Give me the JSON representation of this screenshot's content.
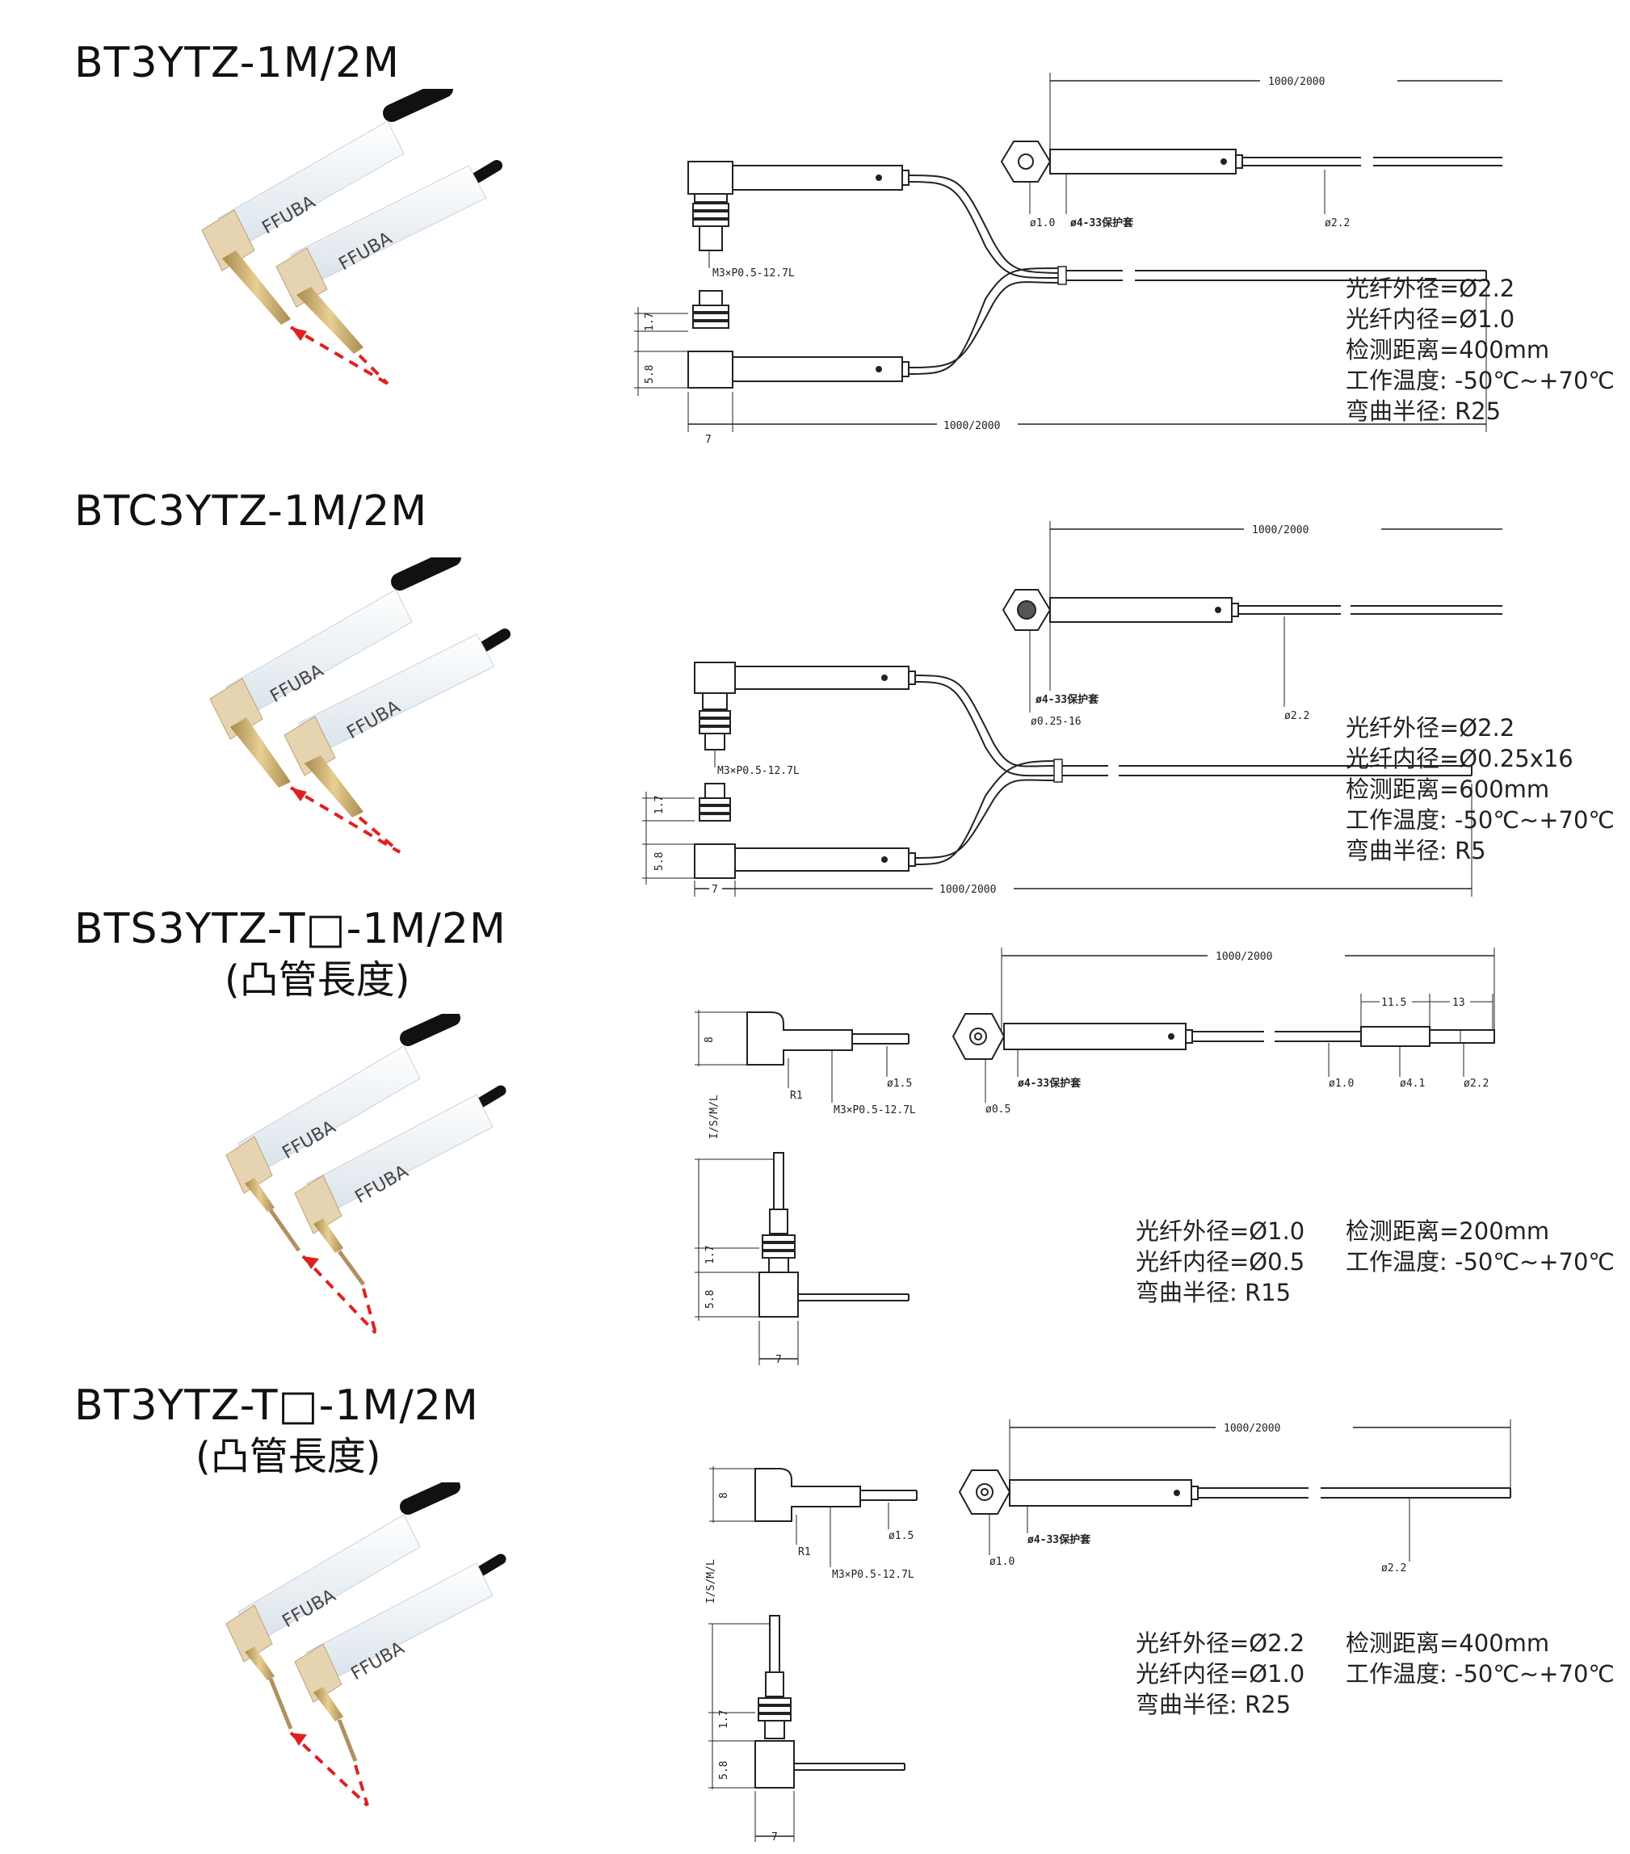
{
  "sections": [
    {
      "model": "BT3YTZ-1M/2M",
      "model_sub": "",
      "brand": "FFUBA",
      "dims": {
        "length": "1000/2000",
        "d_core": "ø1.0",
        "sleeve": "ø4-33保护套",
        "d_fiber": "ø2.2",
        "thread": "M3×P0.5-12.7L",
        "h1": "1.7",
        "h2": "5.8",
        "w": "7"
      },
      "specs": [
        "光纤外径=Ø2.2",
        "光纤内径=Ø1.0",
        "检测距离=400mm",
        "工作温度: -50℃~+70℃",
        "弯曲半径: R25"
      ]
    },
    {
      "model": "BTC3YTZ-1M/2M",
      "model_sub": "",
      "brand": "FFUBA",
      "dims": {
        "length": "1000/2000",
        "d_core": "ø0.25-16",
        "sleeve": "ø4-33保护套",
        "d_fiber": "ø2.2",
        "thread": "M3×P0.5-12.7L",
        "h1": "1.7",
        "h2": "5.8",
        "w": "7"
      },
      "specs": [
        "光纤外径=Ø2.2",
        "光纤内径=Ø0.25x16",
        "检测距离=600mm",
        "工作温度: -50℃~+70℃",
        "弯曲半径: R5"
      ]
    },
    {
      "model": "BTS3YTZ-T□-1M/2M",
      "model_sub": "(凸管長度)",
      "brand": "FFUBA",
      "dims": {
        "length": "1000/2000",
        "seg1": "11.5",
        "seg2": "13",
        "d_core": "ø0.5",
        "sleeve": "ø4-33保护套",
        "d1": "ø1.0",
        "d2": "ø4.1",
        "d3": "ø2.2",
        "h_top": "8",
        "r": "R1",
        "d_tip": "ø1.5",
        "thread": "M3×P0.5-12.7L",
        "side": "I/S/M/L",
        "h1": "1.7",
        "h2": "5.8",
        "w": "7"
      },
      "specs_left": [
        "光纤外径=Ø1.0",
        "光纤内径=Ø0.5",
        "弯曲半径: R15"
      ],
      "specs_right": [
        "检测距离=200mm",
        "工作温度: -50℃~+70℃"
      ]
    },
    {
      "model": "BT3YTZ-T□-1M/2M",
      "model_sub": "(凸管長度)",
      "brand": "FFUBA",
      "dims": {
        "length": "1000/2000",
        "d_core": "ø1.0",
        "sleeve": "ø4-33保护套",
        "d_fiber": "ø2.2",
        "h_top": "8",
        "r": "R1",
        "d_tip": "ø1.5",
        "thread": "M3×P0.5-12.7L",
        "side": "I/S/M/L",
        "h1": "1.7",
        "h2": "5.8",
        "w": "7"
      },
      "specs_left": [
        "光纤外径=Ø2.2",
        "光纤内径=Ø1.0",
        "弯曲半径: R25"
      ],
      "specs_right": [
        "检测距离=400mm",
        "工作温度: -50℃~+70℃"
      ]
    }
  ],
  "colors": {
    "beam": "#e02020",
    "probe": "#c9a96b",
    "fiber_white": "#eef3f8",
    "line": "#222222"
  }
}
